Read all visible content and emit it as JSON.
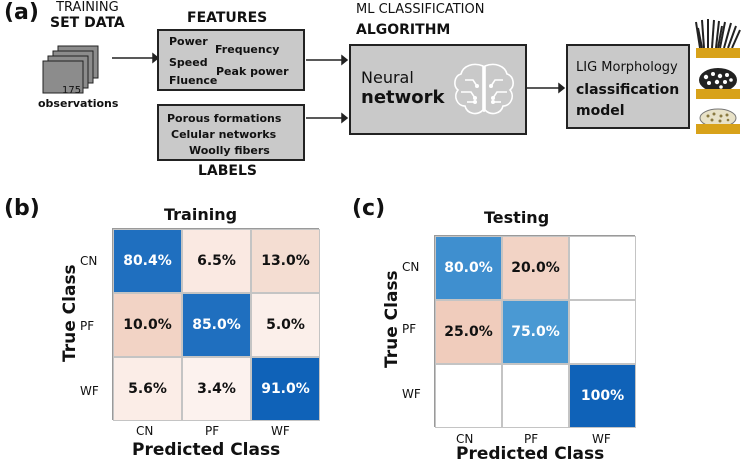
{
  "panel_a": {
    "label": "(a)",
    "training_title_1": "TRAINING",
    "training_title_2": "SET DATA",
    "observations_count": "175",
    "observations_label": "observations",
    "features_title": "FEATURES",
    "features": [
      "Power",
      "Frequency",
      "Speed",
      "Peak power",
      "Fluence"
    ],
    "labels_title": "LABELS",
    "labels": [
      "Porous formations",
      "Celular networks",
      "Woolly fibers"
    ],
    "ml_title_1": "ML CLASSIFICATION",
    "ml_title_2": "ALGORITHM",
    "nn_line1": "Neural",
    "nn_line2": "network",
    "model_line1": "LIG Morphology",
    "model_line2": "classification",
    "model_line3": "model",
    "icons": [
      "document-stack-icon",
      "brain-circuit-icon",
      "woolly-fibers-icon",
      "cellular-network-icon",
      "porous-formation-icon"
    ]
  },
  "panel_b": {
    "label": "(b)",
    "title": "Training",
    "ylabel": "True Class",
    "xlabel": "Predicted Class",
    "rows": [
      "CN",
      "PF",
      "WF"
    ],
    "cols": [
      "CN",
      "PF",
      "WF"
    ],
    "cells": [
      [
        "80.4%",
        "6.5%",
        "13.0%"
      ],
      [
        "10.0%",
        "85.0%",
        "5.0%"
      ],
      [
        "5.6%",
        "3.4%",
        "91.0%"
      ]
    ]
  },
  "panel_c": {
    "label": "(c)",
    "title": "Testing",
    "ylabel": "True Class",
    "xlabel": "Predicted Class",
    "rows": [
      "CN",
      "PF",
      "WF"
    ],
    "cols": [
      "CN",
      "PF",
      "WF"
    ],
    "cells": [
      [
        "80.0%",
        "20.0%",
        ""
      ],
      [
        "25.0%",
        "75.0%",
        ""
      ],
      [
        "",
        "",
        "100%"
      ]
    ]
  },
  "colors": {
    "box_fill": "#c9c9c9",
    "diag_dark": "#1f6fbf",
    "diag_mid": "#3f8fcf",
    "peach": "#f2d3c5",
    "peach_light": "#fae9e2",
    "gold": "#d8a21a"
  }
}
